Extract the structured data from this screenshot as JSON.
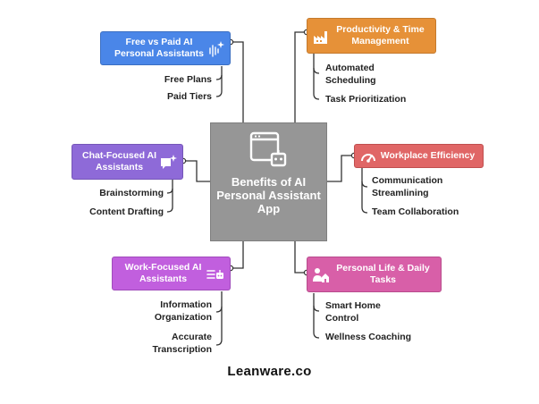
{
  "center": {
    "label": "Benefits of AI Personal Assistant App",
    "icon": "robot-window-icon"
  },
  "branches": {
    "free_vs_paid": {
      "label": "Free vs Paid AI Personal Assistants",
      "color": "#4a86e8",
      "icon": "sound-wave-sparkle-icon",
      "items": [
        "Free Plans",
        "Paid Tiers"
      ]
    },
    "chat": {
      "label": "Chat-Focused AI Assistants",
      "color": "#8e6ad8",
      "icon": "chat-sparkle-icon",
      "items": [
        "Brainstorming",
        "Content Drafting"
      ]
    },
    "work": {
      "label": "Work-Focused AI Assistants",
      "color": "#c15fde",
      "icon": "list-robot-icon",
      "items": [
        "Information Organization",
        "Accurate Transcription"
      ]
    },
    "productivity": {
      "label": "Productivity & Time Management",
      "color": "#e69138",
      "icon": "factory-icon",
      "items": [
        "Automated Scheduling",
        "Task Prioritization"
      ]
    },
    "workplace": {
      "label": "Workplace Efficiency",
      "color": "#e06666",
      "icon": "gauge-icon",
      "items": [
        "Communication Streamlining",
        "Team Collaboration"
      ]
    },
    "personal": {
      "label": "Personal Life & Daily Tasks",
      "color": "#d85fa8",
      "icon": "person-home-icon",
      "items": [
        "Smart Home Control",
        "Wellness Coaching"
      ]
    }
  },
  "brand": "Leanware.co"
}
